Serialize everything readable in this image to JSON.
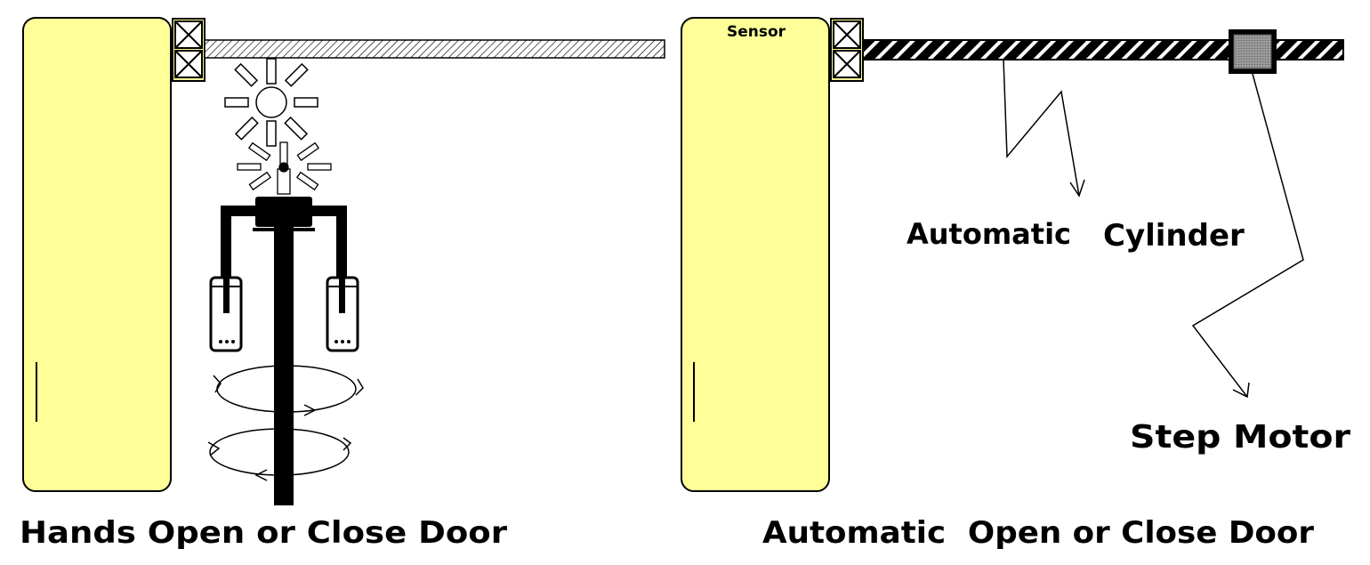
{
  "colors": {
    "cabinet_fill": "#ffff99",
    "cabinet_stroke": "#000000",
    "motor_fill": "#8a8a8a",
    "background": "#ffffff"
  },
  "labels": {
    "sensor": "Sensor",
    "automatic": "Automatic",
    "cylinder": "Cylinder",
    "step_motor": "Step Motor",
    "hands_caption": "Hands Open or Close Door",
    "auto_caption": "Automatic  Open or Close Door"
  },
  "icons": {
    "gear": "gear-icon",
    "rotation_arrow": "rotation-arrow-icon",
    "hinge": "hinge-block-icon"
  }
}
